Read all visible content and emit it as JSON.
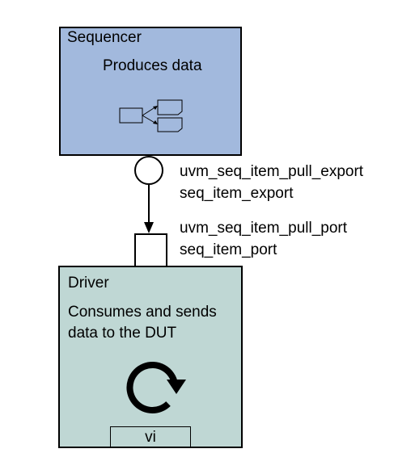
{
  "sequencer": {
    "title": "Sequencer",
    "description": "Produces data"
  },
  "driver": {
    "title": "Driver",
    "description_line1": "Consumes and sends",
    "description_line2": "data to the DUT",
    "vi_label": "vi"
  },
  "export": {
    "line1": "uvm_seq_item_pull_export",
    "line2": "seq_item_export"
  },
  "port": {
    "line1": "uvm_seq_item_pull_port",
    "line2": "seq_item_port"
  },
  "colors": {
    "sequencer_fill": "#a2b9dd",
    "driver_fill": "#bfd7d4"
  },
  "icons": {
    "sequencer_icon": "data-items-icon",
    "driver_icon": "circular-arrow-icon"
  }
}
